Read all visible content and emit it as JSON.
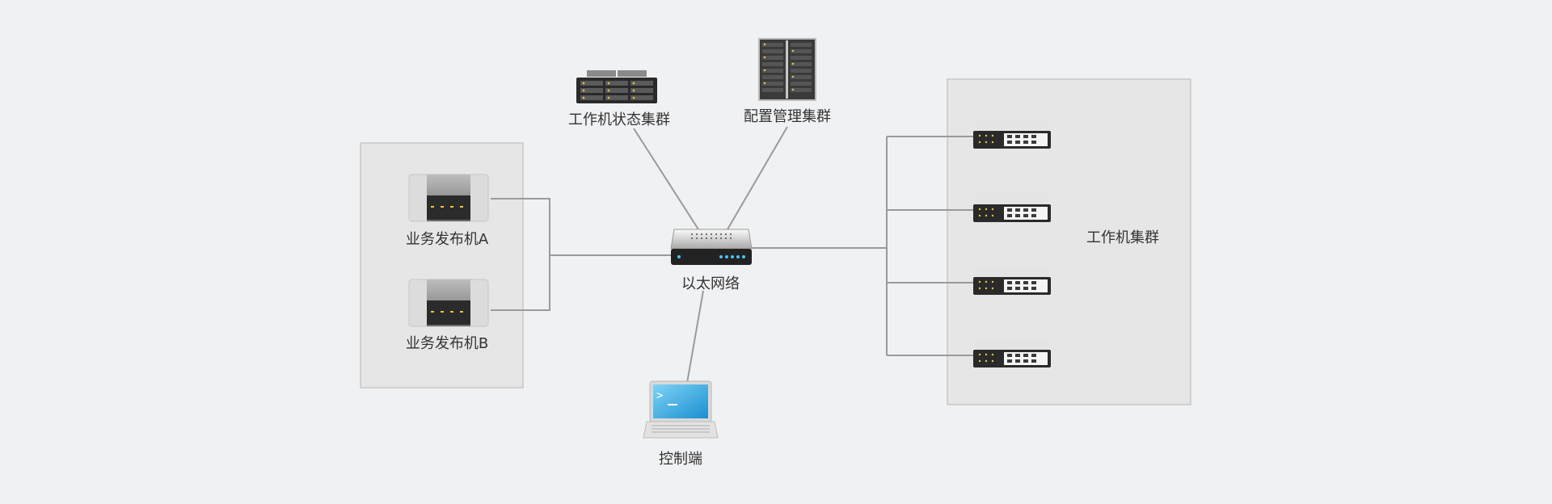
{
  "nodes": {
    "worker_status_cluster": "工作机状态集群",
    "config_mgmt_cluster": "配置管理集群",
    "publisher_a": "业务发布机A",
    "publisher_b": "业务发布机B",
    "ethernet": "以太网络",
    "controller": "控制端",
    "worker_cluster": "工作机集群"
  },
  "colors": {
    "background": "#f0f1f3",
    "group_fill": "#e6e6e7",
    "group_border": "#b5b5b5",
    "connector": "#9a9a9a",
    "label_text": "#333333"
  },
  "icons": {
    "worker_status_cluster": "rack-server-icon",
    "config_mgmt_cluster": "server-tower-icon",
    "publisher": "blade-server-icon",
    "ethernet": "network-router-icon",
    "controller": "laptop-terminal-icon",
    "worker": "switch-server-icon"
  }
}
